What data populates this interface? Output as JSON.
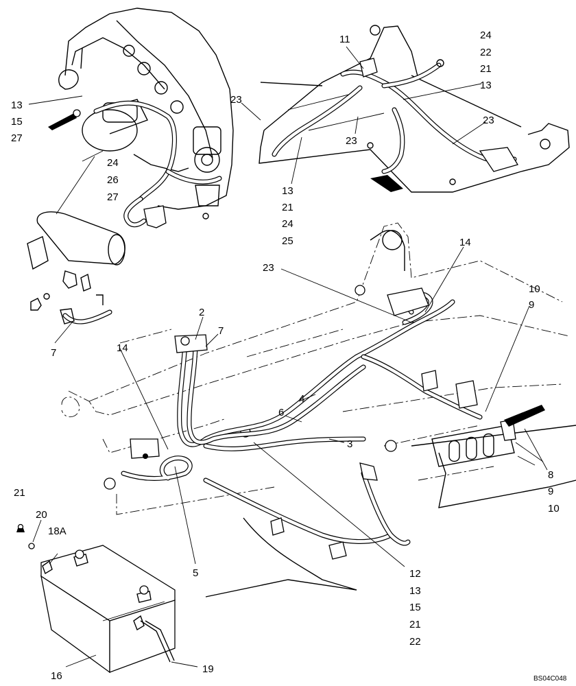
{
  "diagram": {
    "drawing_code": "BS04C048",
    "callouts": {
      "c_13a": "13",
      "c_15a": "15",
      "c_27a": "27",
      "c_24b": "24",
      "c_26b": "26",
      "c_27b": "27",
      "c_11": "11",
      "c_24c": "24",
      "c_22c": "22",
      "c_21c": "21",
      "c_13c": "13",
      "c_23a": "23",
      "c_23b": "23",
      "c_23c": "23",
      "c_13d": "13",
      "c_21d": "21",
      "c_24d": "24",
      "c_25d": "25",
      "c_7a": "7",
      "c_23e": "23",
      "c_14a": "14",
      "c_10a": "10",
      "c_9a": "9",
      "c_2": "2",
      "c_7b": "7",
      "c_14b": "14",
      "c_4": "4",
      "c_6": "6",
      "c_3": "3",
      "c_8": "8",
      "c_9b": "9",
      "c_10b": "10",
      "c_21e": "21",
      "c_20": "20",
      "c_18A": "18A",
      "c_5": "5",
      "c_12": "12",
      "c_13f": "13",
      "c_15f": "15",
      "c_21f": "21",
      "c_22f": "22",
      "c_16": "16",
      "c_19": "19"
    }
  }
}
